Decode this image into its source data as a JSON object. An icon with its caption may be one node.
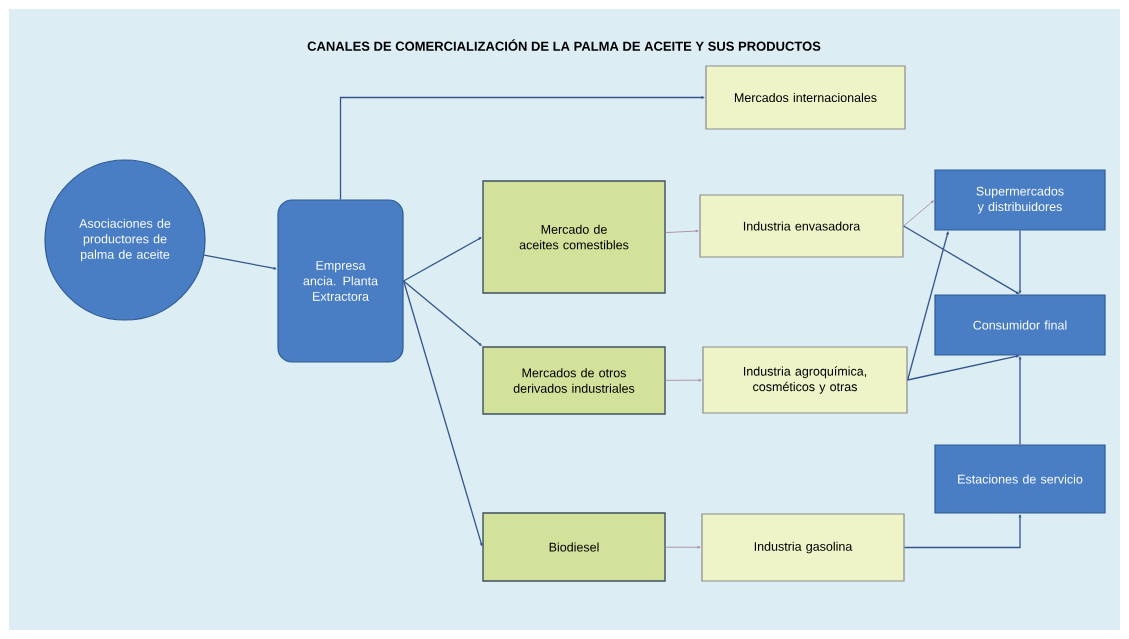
{
  "diagram": {
    "title": "CANALES DE COMERCIALIZACIÓN DE LA PALMA DE ACEITE Y SUS PRODUCTOS",
    "nodes": [
      {
        "text": [
          "Asociaciones de productores de palma de aceite"
        ]
      },
      {
        "text": [
          "Empresa ancia. Planta Extractora"
        ]
      },
      {
        "text": [
          "Mercados internacionales"
        ]
      },
      {
        "text": [
          "Mercado de aceites comestibles"
        ]
      },
      {
        "text": [
          "Industria envasadora"
        ]
      },
      {
        "text": [
          "Supermercados y distribuidores"
        ]
      },
      {
        "text": [
          "Mercados de otros derivados industriales"
        ]
      },
      {
        "text": [
          "Industria agroquímica, cosméticos y otras"
        ]
      },
      {
        "text": [
          "Consumidor final"
        ]
      },
      {
        "text": [
          "Biodiesel"
        ]
      },
      {
        "text": [
          "Industria gasolina"
        ]
      },
      {
        "text": [
          "Estaciones de servicio"
        ]
      }
    ],
    "edges": [
      {
        "from": 0,
        "to": 1,
        "arrow": "to"
      },
      {
        "from": 1,
        "to": 2,
        "arrow": "to"
      },
      {
        "from": 1,
        "to": 3,
        "arrow": "to"
      },
      {
        "from": 1,
        "to": 6,
        "arrow": "to"
      },
      {
        "from": 1,
        "to": 9,
        "arrow": "to"
      },
      {
        "from": 3,
        "to": 4,
        "arrow": "to",
        "color": "#a88aa8"
      },
      {
        "from": 6,
        "to": 7,
        "arrow": "to",
        "color": "#a88aa8"
      },
      {
        "from": 9,
        "to": 10,
        "arrow": "to",
        "color": "#a88aa8"
      },
      {
        "from": 4,
        "to": 5,
        "arrow": "to",
        "color": "#a88aa8"
      },
      {
        "from": 4,
        "to": 8,
        "arrow": "to"
      },
      {
        "from": 7,
        "to": 5,
        "arrow": "to"
      },
      {
        "from": 7,
        "to": 8,
        "arrow": "to"
      },
      {
        "from": 5,
        "to": 8,
        "arrow": "to"
      },
      {
        "from": 11,
        "to": 8,
        "arrow": "to"
      },
      {
        "from": 10,
        "to": 11,
        "arrow": "to"
      }
    ]
  }
}
